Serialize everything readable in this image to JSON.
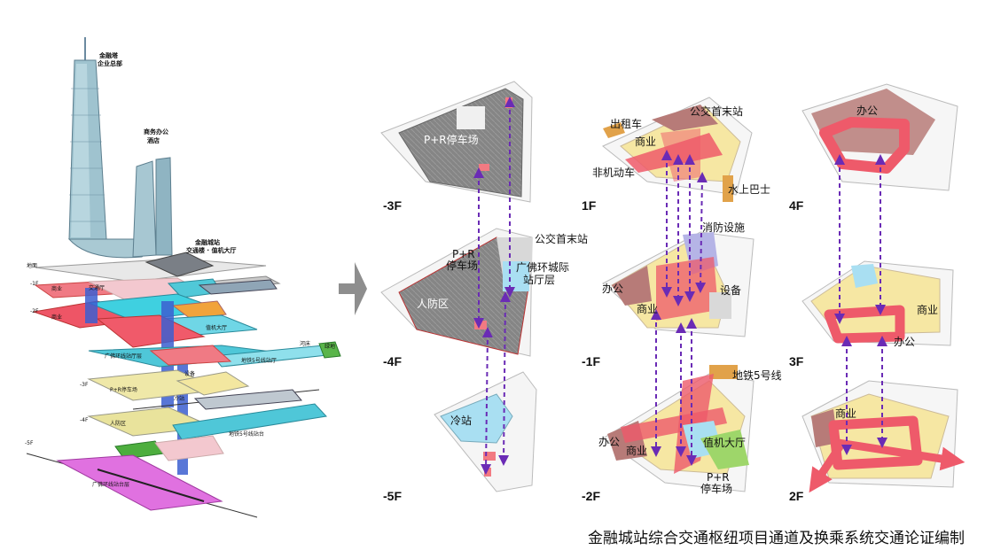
{
  "caption": "金融城站综合交通枢纽项目通道及换乘系统交通论证编制",
  "axon": {
    "tower_label_1": "金融塔",
    "tower_label_2": "企业总部",
    "office_label_1": "商务办公",
    "office_label_2": "酒店",
    "hub_label_1": "金融城站",
    "hub_label_2": "交通楼 · 值机大厅",
    "ground": "地面",
    "f_m1": "-1F",
    "f_m2": "-2F",
    "f_m3": "-3F",
    "f_m4": "-4F",
    "f_m5": "-5F",
    "commerce_1": "商业",
    "commerce_2": "商业",
    "traffic": "交通厅",
    "checkin": "值机大厅",
    "river": "河床",
    "green": "绿地",
    "metro5": "地铁5号线站厅",
    "guangfo_hall": "广佛环线站厅层",
    "pr_park": "P+R停车场",
    "civil_defense": "人防区",
    "metro5_plat": "地铁5号线站台",
    "guangfo_plat": "广佛环线站台层",
    "cold_station": "冷站",
    "equipment": "设备"
  },
  "plans": {
    "m3": {
      "floor": "-3F",
      "pr": "P+R停车场"
    },
    "m4": {
      "floor": "-4F",
      "pr": "P+R\n停车场",
      "pr_1": "P+R",
      "pr_2": "停车场",
      "bus": "公交首末站",
      "guangfo_1": "广佛环城际",
      "guangfo_2": "站厅层",
      "civil": "人防区"
    },
    "m5": {
      "floor": "-5F",
      "cold": "冷站"
    },
    "f1": {
      "floor": "1F",
      "taxi": "出租车",
      "bus": "公交首末站",
      "commerce": "商业",
      "nonmotor": "非机动车",
      "waterbus": "水上巴士"
    },
    "m1": {
      "floor": "-1F",
      "fire": "消防设施",
      "office": "办公",
      "equip": "设备",
      "commerce": "商业"
    },
    "m2": {
      "floor": "-2F",
      "metro": "地铁5号线",
      "office": "办公",
      "commerce": "商业",
      "checkin": "值机大厅",
      "pr_1": "P+R",
      "pr_2": "停车场"
    },
    "f4": {
      "floor": "4F",
      "office": "办公"
    },
    "f3": {
      "floor": "3F",
      "commerce": "商业",
      "office": "办公"
    },
    "f2": {
      "floor": "2F",
      "commerce": "商业"
    }
  },
  "colors": {
    "route": "#ee5a6a",
    "connector": "#6a2bb5",
    "parking": "#7d7d7d",
    "commerce": "#f6e7a3",
    "office": "#b77b78",
    "cyan": "#a9dff2",
    "orange": "#e1a24a"
  }
}
